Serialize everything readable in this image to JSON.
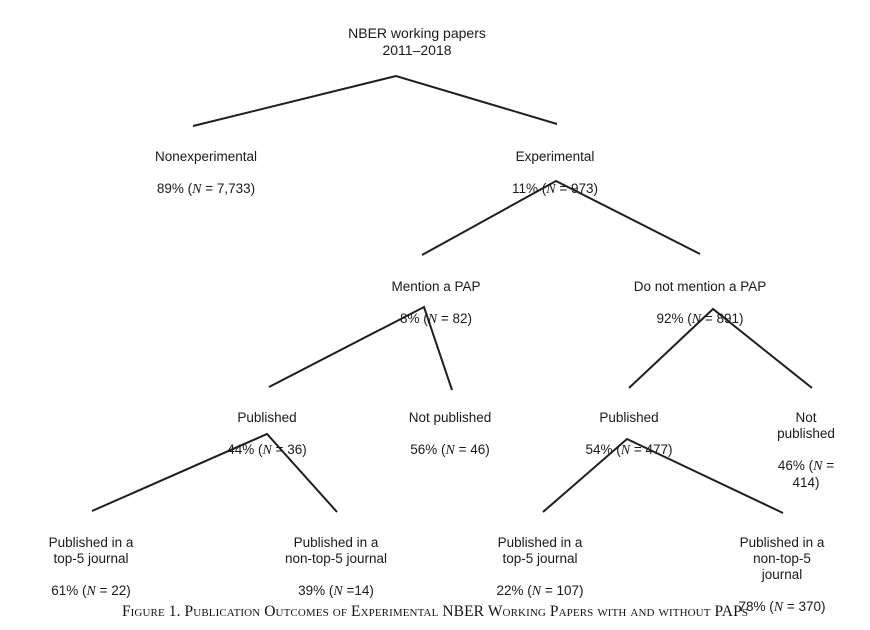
{
  "nodes": {
    "root": {
      "label": "NBER working papers\n2011–2018"
    },
    "nonexperimental": {
      "label": "Nonexperimental",
      "stats": "89% (N = 7,733)"
    },
    "experimental": {
      "label": "Experimental",
      "stats": "11% (N = 973)"
    },
    "mention_pap": {
      "label": "Mention a PAP",
      "stats": "8% (N = 82)"
    },
    "no_mention_pap": {
      "label": "Do not mention a PAP",
      "stats": "92% (N = 891)"
    },
    "pap_published": {
      "label": "Published",
      "stats": "44% (N = 36)"
    },
    "pap_not_published": {
      "label": "Not published",
      "stats": "56% (N = 46)"
    },
    "nopap_published": {
      "label": "Published",
      "stats": "54% (N = 477)"
    },
    "nopap_not_published": {
      "label": "Not published",
      "stats": "46% (N = 414)"
    },
    "pap_top5": {
      "label": "Published in a\ntop-5 journal",
      "stats": "61% (N = 22)"
    },
    "pap_nontop5": {
      "label": "Published in a\nnon-top-5 journal",
      "stats": "39% (N =14)"
    },
    "nopap_top5": {
      "label": "Published in a\ntop-5 journal",
      "stats": "22% (N = 107)"
    },
    "nopap_nontop5": {
      "label": "Published in a\nnon-top-5 journal",
      "stats": "78% (N = 370)"
    }
  },
  "caption": "Figure 1. Publication Outcomes of Experimental NBER Working Papers with and without PAPs",
  "colors": {
    "line": "#1f1f1f",
    "text": "#1a1a1a"
  }
}
